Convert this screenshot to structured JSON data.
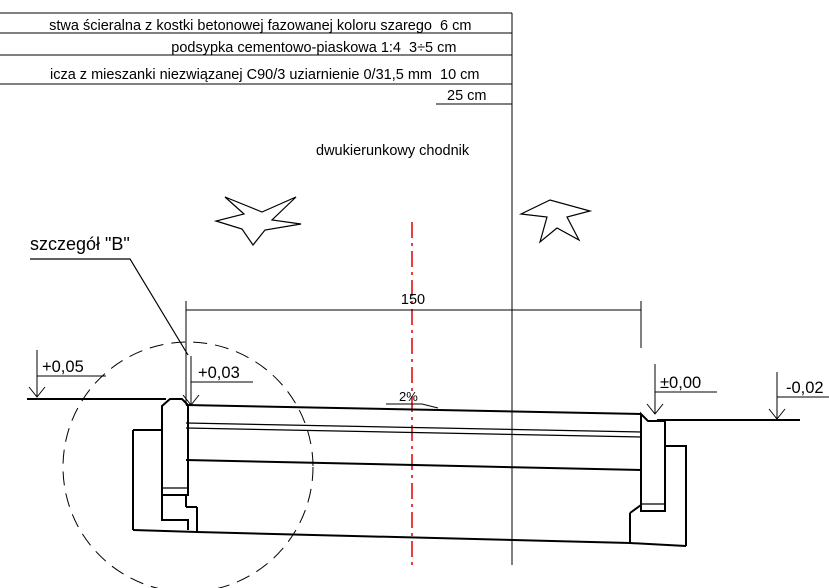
{
  "layers": [
    {
      "description": "stwa ścieralna z kostki betonowej fazowanej koloru szarego",
      "thickness": "6 cm"
    },
    {
      "description": "podsypka cementowo-piaskowa 1:4",
      "thickness": "3÷5 cm"
    },
    {
      "description": "icza z mieszanki niezwiązanej C90/3 uziarnienie 0/31,5 mm",
      "thickness": "10 cm"
    },
    {
      "description": "",
      "thickness": "25 cm"
    }
  ],
  "caption": "dwukierunkowy chodnik",
  "detail_label": "szczegół \"B\"",
  "dimension": "150",
  "slope": "2%",
  "elevations": {
    "left_outer": "+0,05",
    "left_curb": "+0,03",
    "right_curb": "±0,00",
    "right_outer": "-0,02"
  },
  "colors": {
    "lines": "#000000",
    "axis": "#e00000"
  }
}
